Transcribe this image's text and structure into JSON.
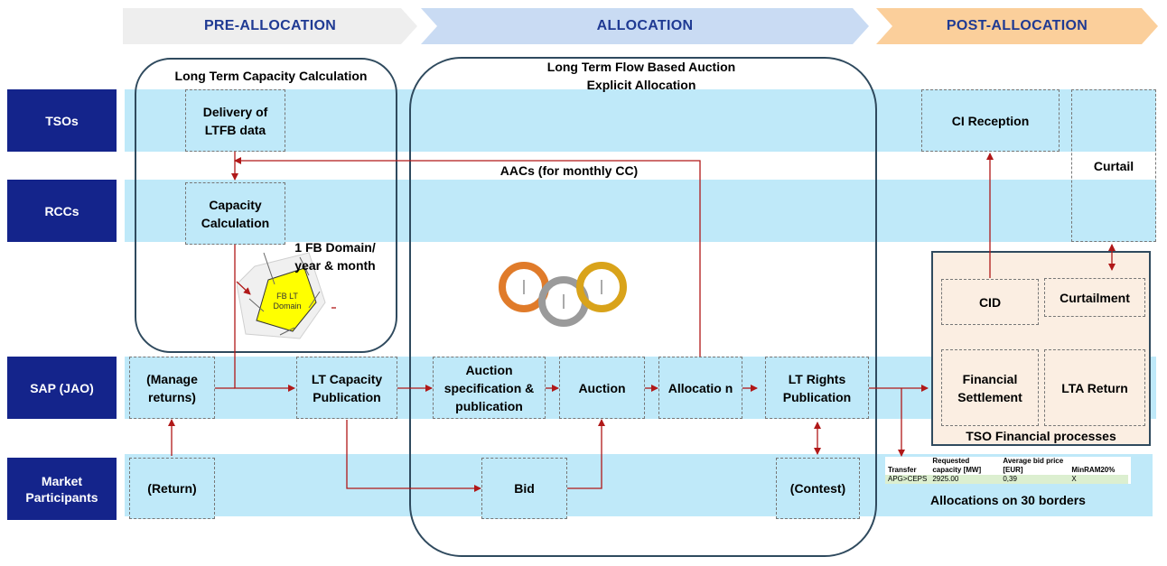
{
  "phases": {
    "pre": "PRE-ALLOCATION",
    "alloc": "ALLOCATION",
    "post": "POST-ALLOCATION"
  },
  "lanes": {
    "tsos": "TSOs",
    "rccs": "RCCs",
    "sap": "SAP (JAO)",
    "market": "Market Participants"
  },
  "groups": {
    "long_term_capacity": "Long Term Capacity Calculation",
    "flow_based_auction": "Long Term Flow Based Auction",
    "explicit_allocation": "Explicit Allocation",
    "tso_financial": "TSO Financial processes"
  },
  "boxes": {
    "delivery_ltfb": "Delivery of LTFB data",
    "capacity_calculation": "Capacity Calculation",
    "manage_returns": "(Manage returns)",
    "lt_capacity_publication": "LT Capacity Publication",
    "auction_spec": "Auction specification & publication",
    "auction": "Auction",
    "allocation": "Allocatio n",
    "lt_rights_publication": "LT Rights Publication",
    "return": "(Return)",
    "bid": "Bid",
    "contest": "(Contest)",
    "ci_reception": "CI Reception",
    "curtail": "Curtail",
    "cid": "CID",
    "curtailment": "Curtailment",
    "financial_settlement": "Financial Settlement",
    "lta_return": "LTA Return"
  },
  "labels": {
    "aacs": "AACs (for monthly CC)",
    "fb_domain": "1 FB Domain/ year & month",
    "fb_lt_domain": "FB LT Domain",
    "allocations_30": "Allocations on 30 borders"
  },
  "table": {
    "headers": [
      "Transfer",
      "Requested capacity [MW]",
      "Average bid price [EUR]",
      "MinRAM20%"
    ],
    "row": [
      "APG>CEPS",
      "2925.00",
      "0,39",
      "X"
    ]
  },
  "colors": {
    "lane_label": "#14248b",
    "band": "#bfe9f9",
    "arrow": "#b01818",
    "pre_phase": "#eeeeee",
    "alloc_phase": "#c9dbf3",
    "post_phase": "#fbcf9b"
  }
}
